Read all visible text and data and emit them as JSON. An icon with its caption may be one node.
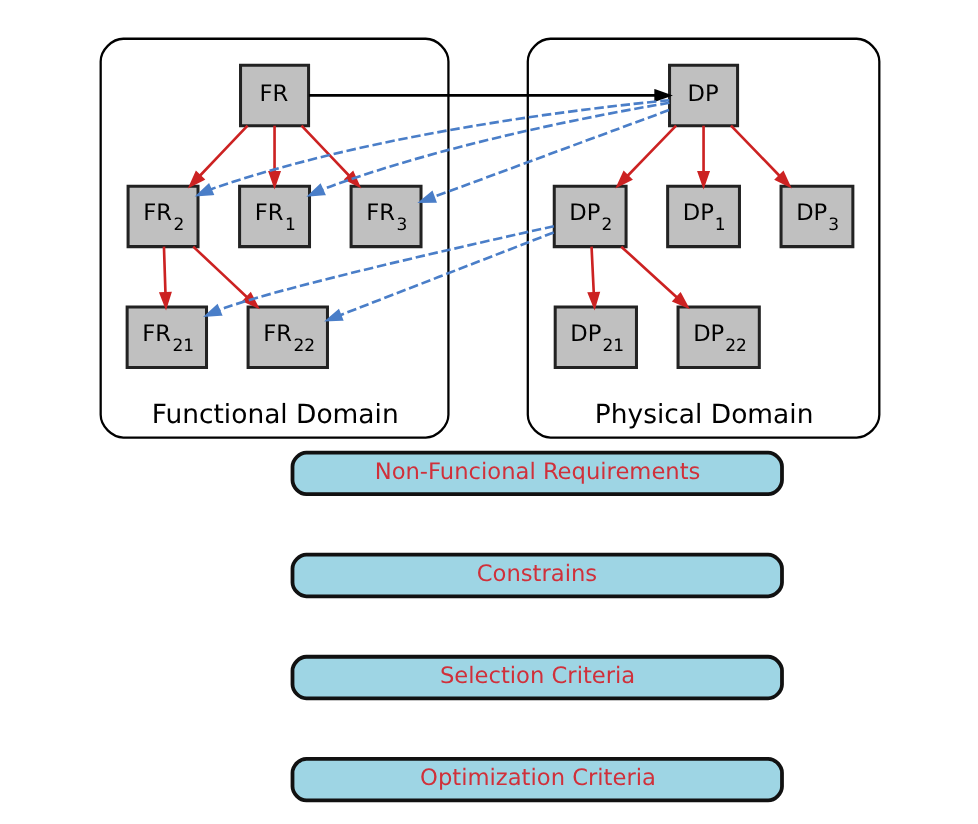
{
  "diagram": {
    "nodes": [
      {
        "text": [
          "Functional Domain"
        ]
      },
      {
        "text": [
          "FR"
        ],
        "in": 0
      },
      {
        "text": [
          "FR$_{1}$"
        ],
        "in": 0
      },
      {
        "text": [
          "FR$_{2}$"
        ],
        "in": 0
      },
      {
        "text": [
          "FR$_{3}$"
        ],
        "in": 0
      },
      {
        "text": [
          "FR$_{21}$"
        ],
        "in": 0
      },
      {
        "text": [
          "FR$_{22}$"
        ],
        "in": 0
      },
      {
        "text": [
          "Physical Domain"
        ]
      },
      {
        "text": [
          "DP"
        ],
        "in": 7
      },
      {
        "text": [
          "DP$_{1}$"
        ],
        "in": 7
      },
      {
        "text": [
          "DP$_{2}$"
        ],
        "in": 7
      },
      {
        "text": [
          "DP$_{3}$"
        ],
        "in": 7
      },
      {
        "text": [
          "DP$_{21}$"
        ],
        "in": 7
      },
      {
        "text": [
          "DP$_{22}$"
        ],
        "in": 7
      },
      {
        "text": [
          "Non-Funcional Requirements"
        ]
      },
      {
        "text": [
          "Constrains"
        ]
      },
      {
        "text": [
          "Selection Criteria"
        ]
      },
      {
        "text": [
          "Optimization Criteria"
        ]
      }
    ],
    "edges": [
      {
        "from": 1,
        "to": 8,
        "arrow": "to",
        "color": "#000000"
      },
      {
        "from": 1,
        "to": 2,
        "arrow": "to"
      },
      {
        "from": 1,
        "to": 3,
        "arrow": "to"
      },
      {
        "from": 1,
        "to": 4,
        "arrow": "to"
      },
      {
        "from": 3,
        "to": 5,
        "arrow": "to"
      },
      {
        "from": 3,
        "to": 6,
        "arrow": "to"
      },
      {
        "from": 8,
        "to": 9,
        "arrow": "to"
      },
      {
        "from": 8,
        "to": 10,
        "arrow": "to"
      },
      {
        "from": 8,
        "to": 11,
        "arrow": "to"
      },
      {
        "from": 10,
        "to": 12,
        "arrow": "to"
      },
      {
        "from": 10,
        "to": 13,
        "arrow": "to"
      },
      {
        "from": 8,
        "to": 2,
        "arrow": "to",
        "style": "dashed",
        "color": "#4a7ec8"
      },
      {
        "from": 8,
        "to": 3,
        "arrow": "to",
        "style": "dashed",
        "color": "#4a7ec8"
      },
      {
        "from": 8,
        "to": 4,
        "arrow": "to",
        "style": "dashed",
        "color": "#4a7ec8"
      },
      {
        "from": 10,
        "to": 5,
        "arrow": "to",
        "style": "dashed",
        "color": "#4a7ec8"
      },
      {
        "from": 10,
        "to": 6,
        "arrow": "to",
        "style": "dashed",
        "color": "#4a7ec8"
      }
    ]
  }
}
